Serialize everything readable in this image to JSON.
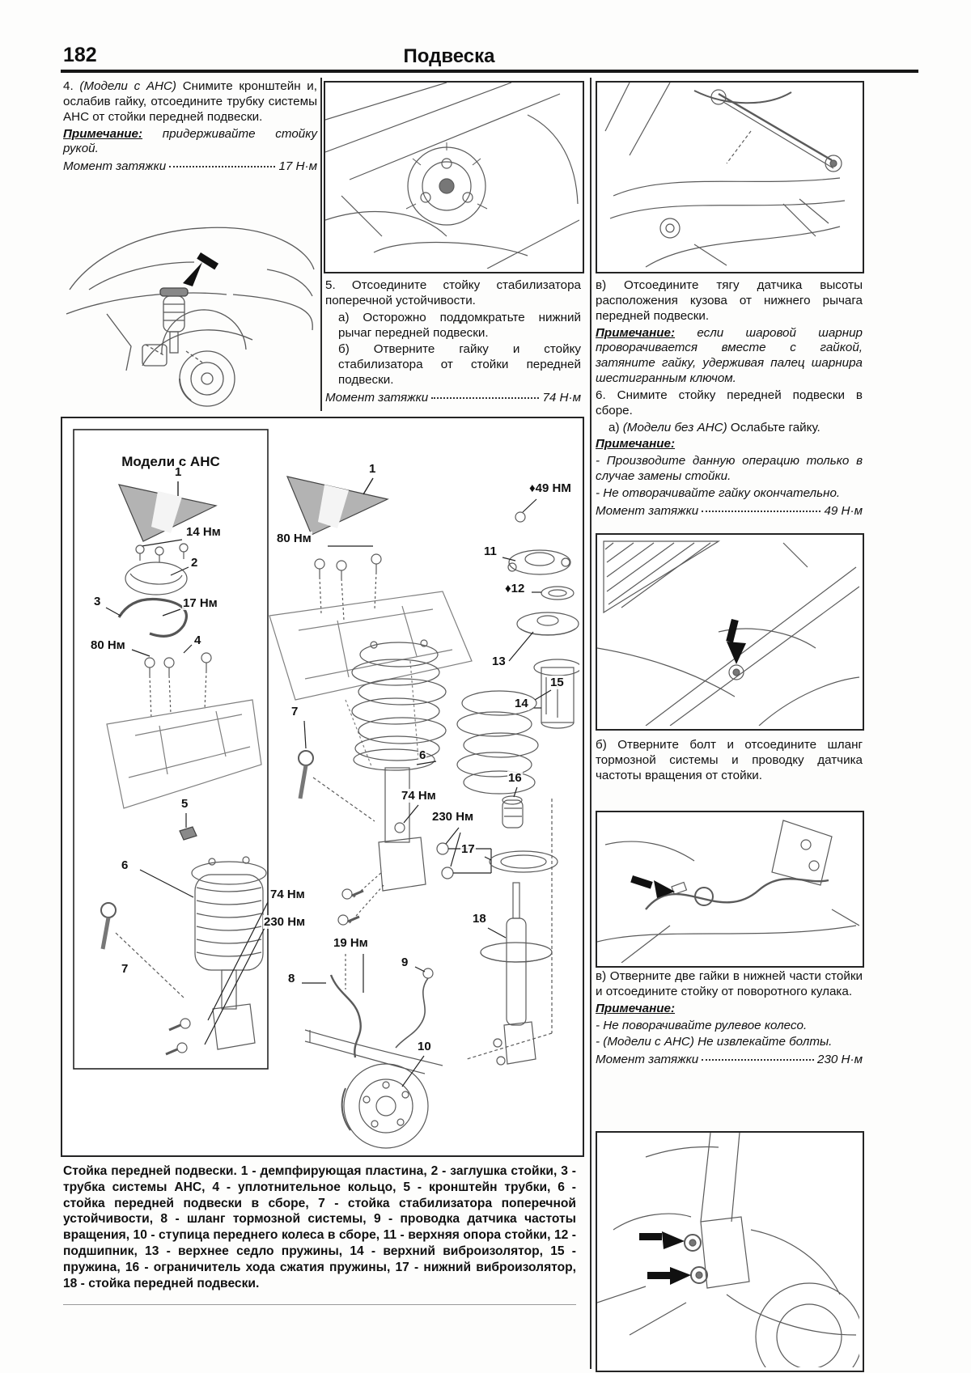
{
  "header": {
    "page_number": "182",
    "title": "Подвеска"
  },
  "left_column": {
    "step4_prefix": "4. ",
    "step4_models": "(Модели с АНС)",
    "step4_text": " Снимите кронштейн и, ослабив гайку, отсоедините трубку системы АНС от стойки передней подвески.",
    "note_label": "Примечание:",
    "note_text": " придерживайте стойку рукой.",
    "torque_label": "Момент затяжки",
    "torque_value": "17 Н·м"
  },
  "middle_column": {
    "step5": "5. Отсоедините стойку стабилизатора поперечной устойчивости.",
    "step5a": "а) Осторожно поддомкратьте нижний рычаг передней подвески.",
    "step5b": "б) Отверните гайку и стойку стабилизатора от стойки передней подвески.",
    "torque_label": "Момент затяжки",
    "torque_value": "74 Н·м"
  },
  "right_column": {
    "step_v": "в) Отсоедините тягу датчика высоты расположения кузова от нижнего рычага передней подвески.",
    "note1_label": "Примечание:",
    "note1_text": " если шаровой шарнир проворачивается вместе с гайкой, затяните гайку, удерживая палец шарнира шестигранным ключом.",
    "step6": "6. Снимите стойку передней подвески в сборе.",
    "step6a_prefix": "а) ",
    "step6a_models": "(Модели без АНС)",
    "step6a_text": " Ослабьте гайку.",
    "note2_label": "Примечание:",
    "note2_items": [
      "- Производите данную операцию только в случае замены стойки.",
      "- Не отворачивайте гайку окончательно."
    ],
    "torque1_label": "Момент затяжки",
    "torque1_value": "49 Н·м",
    "step_b": "б) Отверните болт и отсоедините шланг тормозной системы и проводку датчика частоты вращения от стойки.",
    "step_v2": "в) Отверните две гайки в нижней части стойки и отсоедините стойку от поворотного кулака.",
    "note3_label": "Примечание:",
    "note3_items": [
      "- Не поворачивайте рулевое колесо.",
      "- (Модели с АНС) Не извлекайте болты."
    ],
    "torque2_label": "Момент затяжки",
    "torque2_value": "230 Н·м"
  },
  "exploded": {
    "inner_title": "Модели с АНС",
    "labels": {
      "n1a": "1",
      "t14": "14 Нм",
      "n2": "2",
      "n3": "3",
      "t17": "17 Нм",
      "t80a": "80 Нм",
      "n4": "4",
      "n5": "5",
      "n6a": "6",
      "n7a": "7",
      "t74a": "74 Нм",
      "t230a": "230 Нм",
      "n1b": "1",
      "t80b": "80 Нм",
      "n7b": "7",
      "n6b": "6",
      "t74b": "74 Нм",
      "t230b": "230 Нм",
      "t19": "19 Нм",
      "n8": "8",
      "n9": "9",
      "n10": "10",
      "t49": "♦49 НМ",
      "n11": "11",
      "n12": "♦12",
      "n13": "13",
      "n14": "14",
      "n15": "15",
      "n16": "16",
      "n17": "17",
      "n18": "18"
    }
  },
  "caption": "Стойка передней подвески. 1 - демпфирующая пластина, 2 - заглушка стойки, 3 - трубка системы АНС, 4 - уплотнительное кольцо, 5 - кронштейн трубки, 6 - стойка передней подвески в сборе, 7 - стойка стабилизатора поперечной устойчивости, 8 - шланг тормозной системы, 9 - проводка датчика частоты вращения, 10 - ступица переднего колеса в сборе, 11 - верхняя опора стойки, 12 - подшипник, 13 - верхнее седло пружины, 14 - верхний виброизолятор, 15 - пружина, 16 - ограничитель хода сжатия пружины, 17 - нижний виброизолятор, 18 - стойка передней подвески."
}
